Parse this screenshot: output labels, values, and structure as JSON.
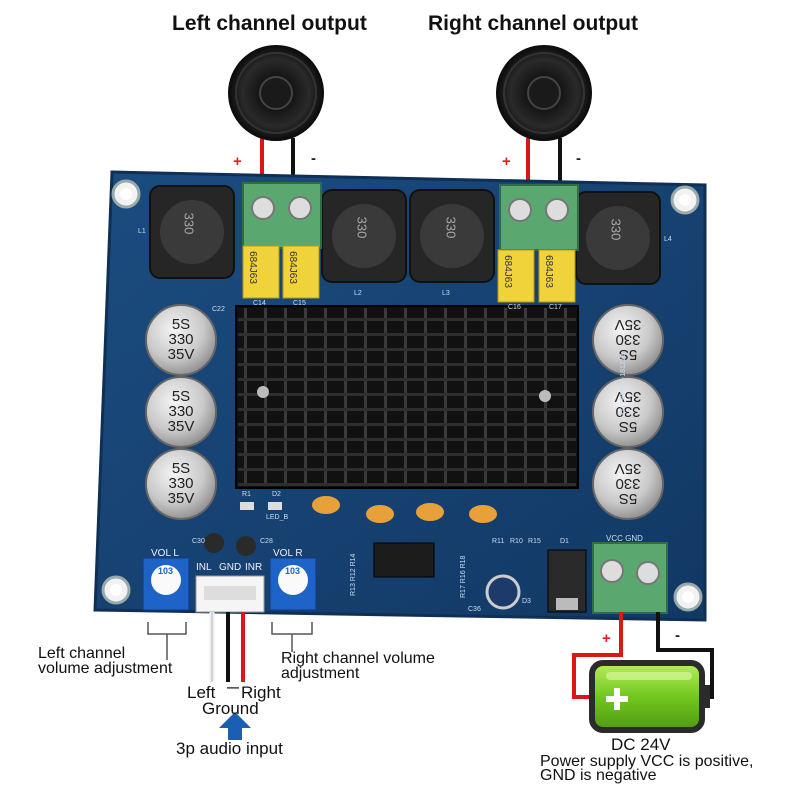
{
  "titles": {
    "left": "Left channel output",
    "right": "Right channel output"
  },
  "polarity": {
    "plus": "+",
    "minus": "-"
  },
  "board": {
    "inductor_code": "330",
    "inductor_labels": [
      "L1",
      "L2",
      "L3",
      "L4"
    ],
    "film_cap_text": "684J63",
    "film_cap_labels": [
      "C14",
      "C15",
      "C16",
      "C17"
    ],
    "electrolytic_lines": [
      "5S",
      "330",
      "35V"
    ],
    "silk": {
      "c22": "C22",
      "vol_l": "VOL L",
      "vol_r": "VOL R",
      "inl": "INL",
      "gnd": "GND",
      "inr": "INR",
      "r1": "R1",
      "d2": "D2",
      "led": "LED_B",
      "c30": "C30",
      "c28": "C28",
      "r11": "R11",
      "r10": "R10",
      "r15": "R15",
      "d1": "D1",
      "vcc_gnd": "VCC GND",
      "serial": "5371TBP578-181212",
      "r13": "R13 R12 R14",
      "r17": "R17 R16 R18",
      "c36": "C36",
      "d3": "D3",
      "pot_code": "103"
    }
  },
  "labels": {
    "left_vol_line1": "Left channel",
    "left_vol_line2": "volume adjustment",
    "right_vol_line1": "Right channel volume",
    "right_vol_line2": "adjustment",
    "input_left": "Left",
    "input_right": "Right",
    "input_ground": "Ground",
    "input_gnd_symbol": "—",
    "audio_input": "3p audio input",
    "dc": "DC 24V",
    "power_line1": "Power supply VCC is positive,",
    "power_line2": "GND is negative"
  },
  "colors": {
    "pcb": "#16406e",
    "pcb_edge": "#0f2f55",
    "terminal": "#5aa870",
    "film_cap": "#f0d23a",
    "orange_cap": "#e8a13a",
    "wire_red": "#d81818",
    "wire_black": "#111111",
    "battery_green": "#7ed02a",
    "arrow_blue": "#1a5fb4"
  }
}
